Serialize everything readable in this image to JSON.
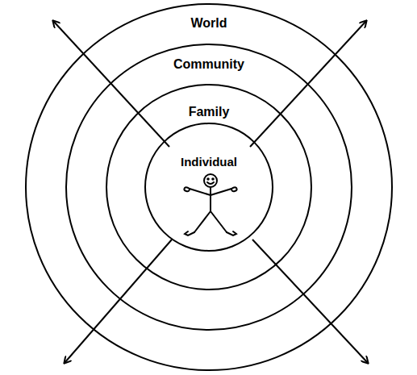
{
  "diagram": {
    "nodes": [
      {
        "text": [
          "World"
        ]
      },
      {
        "text": [
          "Community"
        ],
        "in": 0
      },
      {
        "text": [
          "Family"
        ],
        "in": 1
      },
      {
        "text": [
          "Individual"
        ],
        "in": 2
      }
    ]
  }
}
